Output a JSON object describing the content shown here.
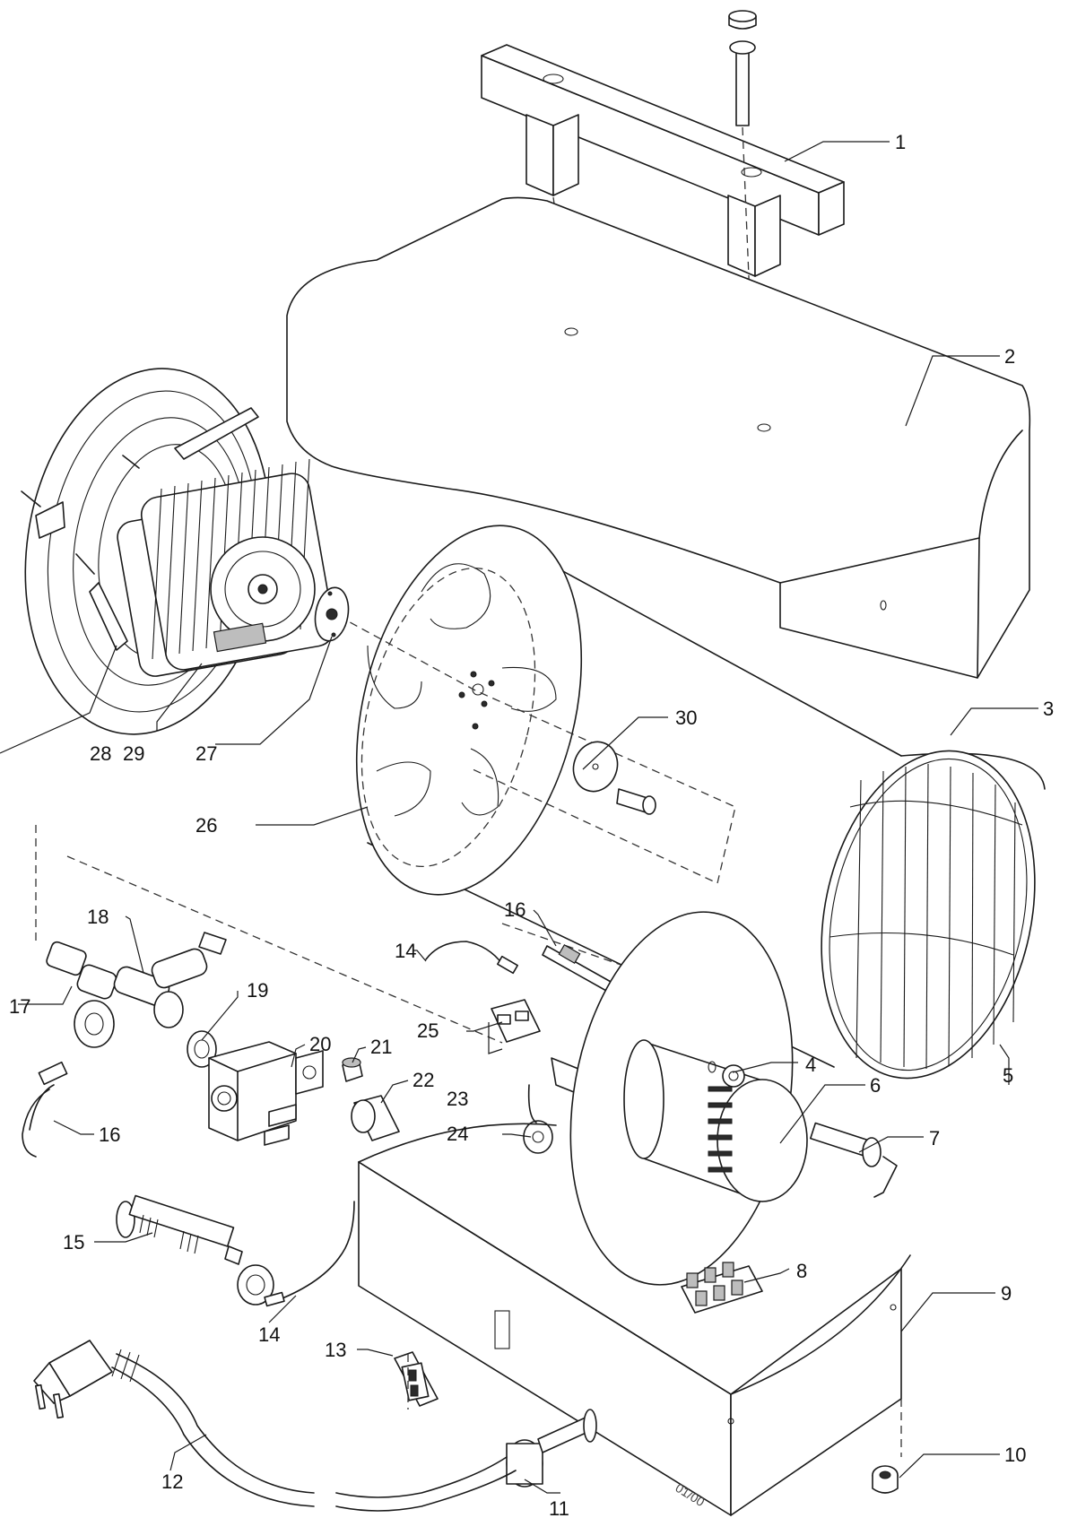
{
  "diagram": {
    "type": "exploded-parts-diagram",
    "callouts": [
      {
        "id": "1",
        "label": "1"
      },
      {
        "id": "2",
        "label": "2"
      },
      {
        "id": "3",
        "label": "3"
      },
      {
        "id": "4",
        "label": "4"
      },
      {
        "id": "5",
        "label": "5"
      },
      {
        "id": "6",
        "label": "6"
      },
      {
        "id": "7",
        "label": "7"
      },
      {
        "id": "8",
        "label": "8"
      },
      {
        "id": "9",
        "label": "9"
      },
      {
        "id": "10",
        "label": "10"
      },
      {
        "id": "11",
        "label": "11"
      },
      {
        "id": "12",
        "label": "12"
      },
      {
        "id": "13",
        "label": "13"
      },
      {
        "id": "14a",
        "label": "14"
      },
      {
        "id": "14b",
        "label": "14"
      },
      {
        "id": "15",
        "label": "15"
      },
      {
        "id": "16a",
        "label": "16"
      },
      {
        "id": "16b",
        "label": "16"
      },
      {
        "id": "17",
        "label": "17"
      },
      {
        "id": "18",
        "label": "18"
      },
      {
        "id": "19",
        "label": "19"
      },
      {
        "id": "20",
        "label": "20"
      },
      {
        "id": "21",
        "label": "21"
      },
      {
        "id": "22",
        "label": "22"
      },
      {
        "id": "23",
        "label": "23"
      },
      {
        "id": "24",
        "label": "24"
      },
      {
        "id": "25",
        "label": "25"
      },
      {
        "id": "26",
        "label": "26"
      },
      {
        "id": "27",
        "label": "27"
      },
      {
        "id": "28",
        "label": "28"
      },
      {
        "id": "29",
        "label": "29"
      },
      {
        "id": "30",
        "label": "30"
      }
    ],
    "stamp": "01/00"
  }
}
